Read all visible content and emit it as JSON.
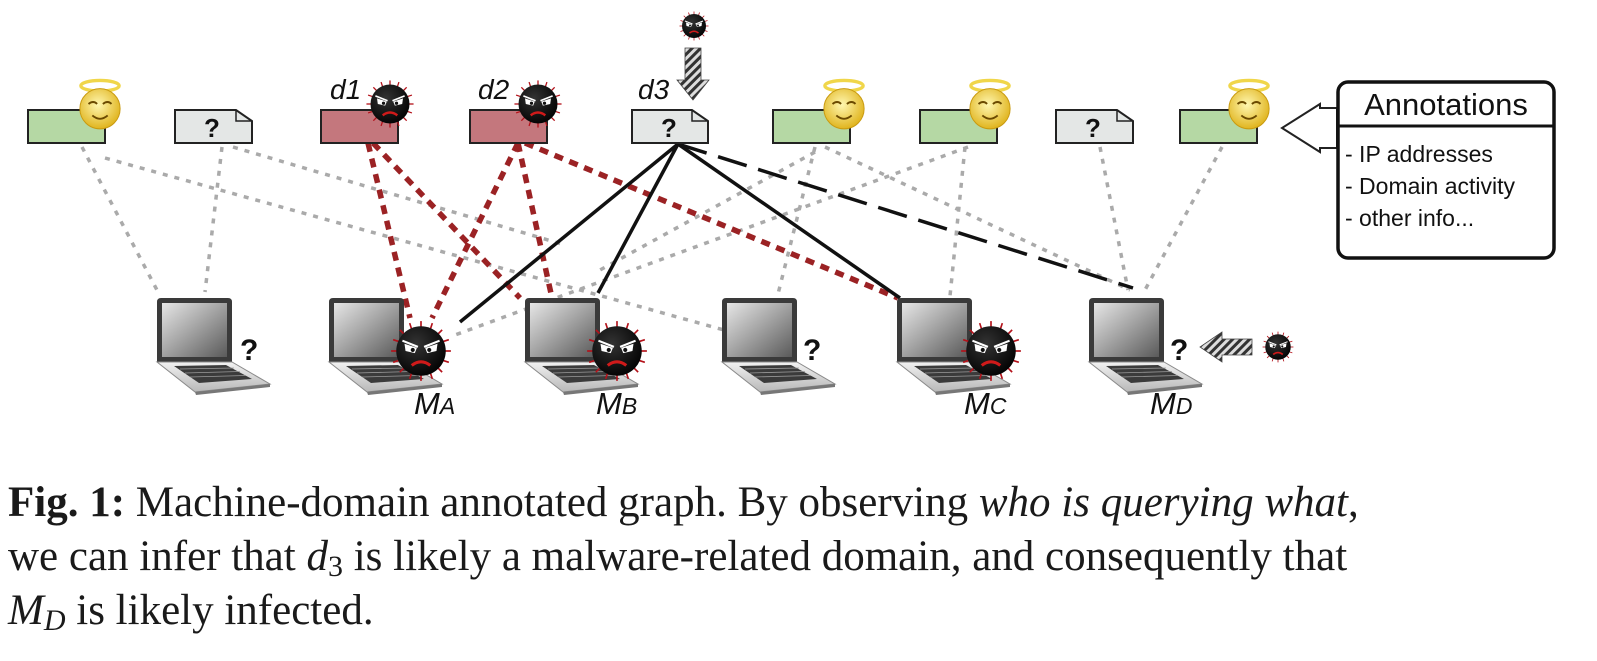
{
  "diagram": {
    "domain_labels": {
      "d1": "d1",
      "d2": "d2",
      "d3": "d3"
    },
    "unknown_mark": "?",
    "annotations": {
      "title": "Annotations",
      "items": [
        "- IP addresses",
        "- Domain activity",
        "- other info..."
      ]
    },
    "machines": {
      "ma": {
        "letter": "M",
        "sub": "A"
      },
      "mb": {
        "letter": "M",
        "sub": "B"
      },
      "mc": {
        "letter": "M",
        "sub": "C"
      },
      "md": {
        "letter": "M",
        "sub": "D"
      }
    },
    "colors": {
      "benign_domain": "#b5d8a4",
      "malicious_domain": "#c4777d",
      "unknown_domain": "#e4e7e6",
      "dotted_gray": "#aaaaaa",
      "dotted_red": "#9b2224",
      "solid_black": "#111111"
    },
    "icons": [
      "angel-face-icon",
      "malware-face-icon",
      "laptop-icon",
      "hatched-arrow-icon",
      "hollow-arrow-icon"
    ]
  },
  "caption": {
    "fig": "Fig. 1:",
    "text1": " Machine-domain annotated graph. By observing ",
    "italic": "who is querying what",
    "text2": ",",
    "line2a": "we can infer that ",
    "d3_letter": "d",
    "d3_sub": "3",
    "line2b": " is likely a malware-related domain, and consequently that",
    "md_letter": "M",
    "md_sub": "D",
    "line3": " is likely infected."
  }
}
